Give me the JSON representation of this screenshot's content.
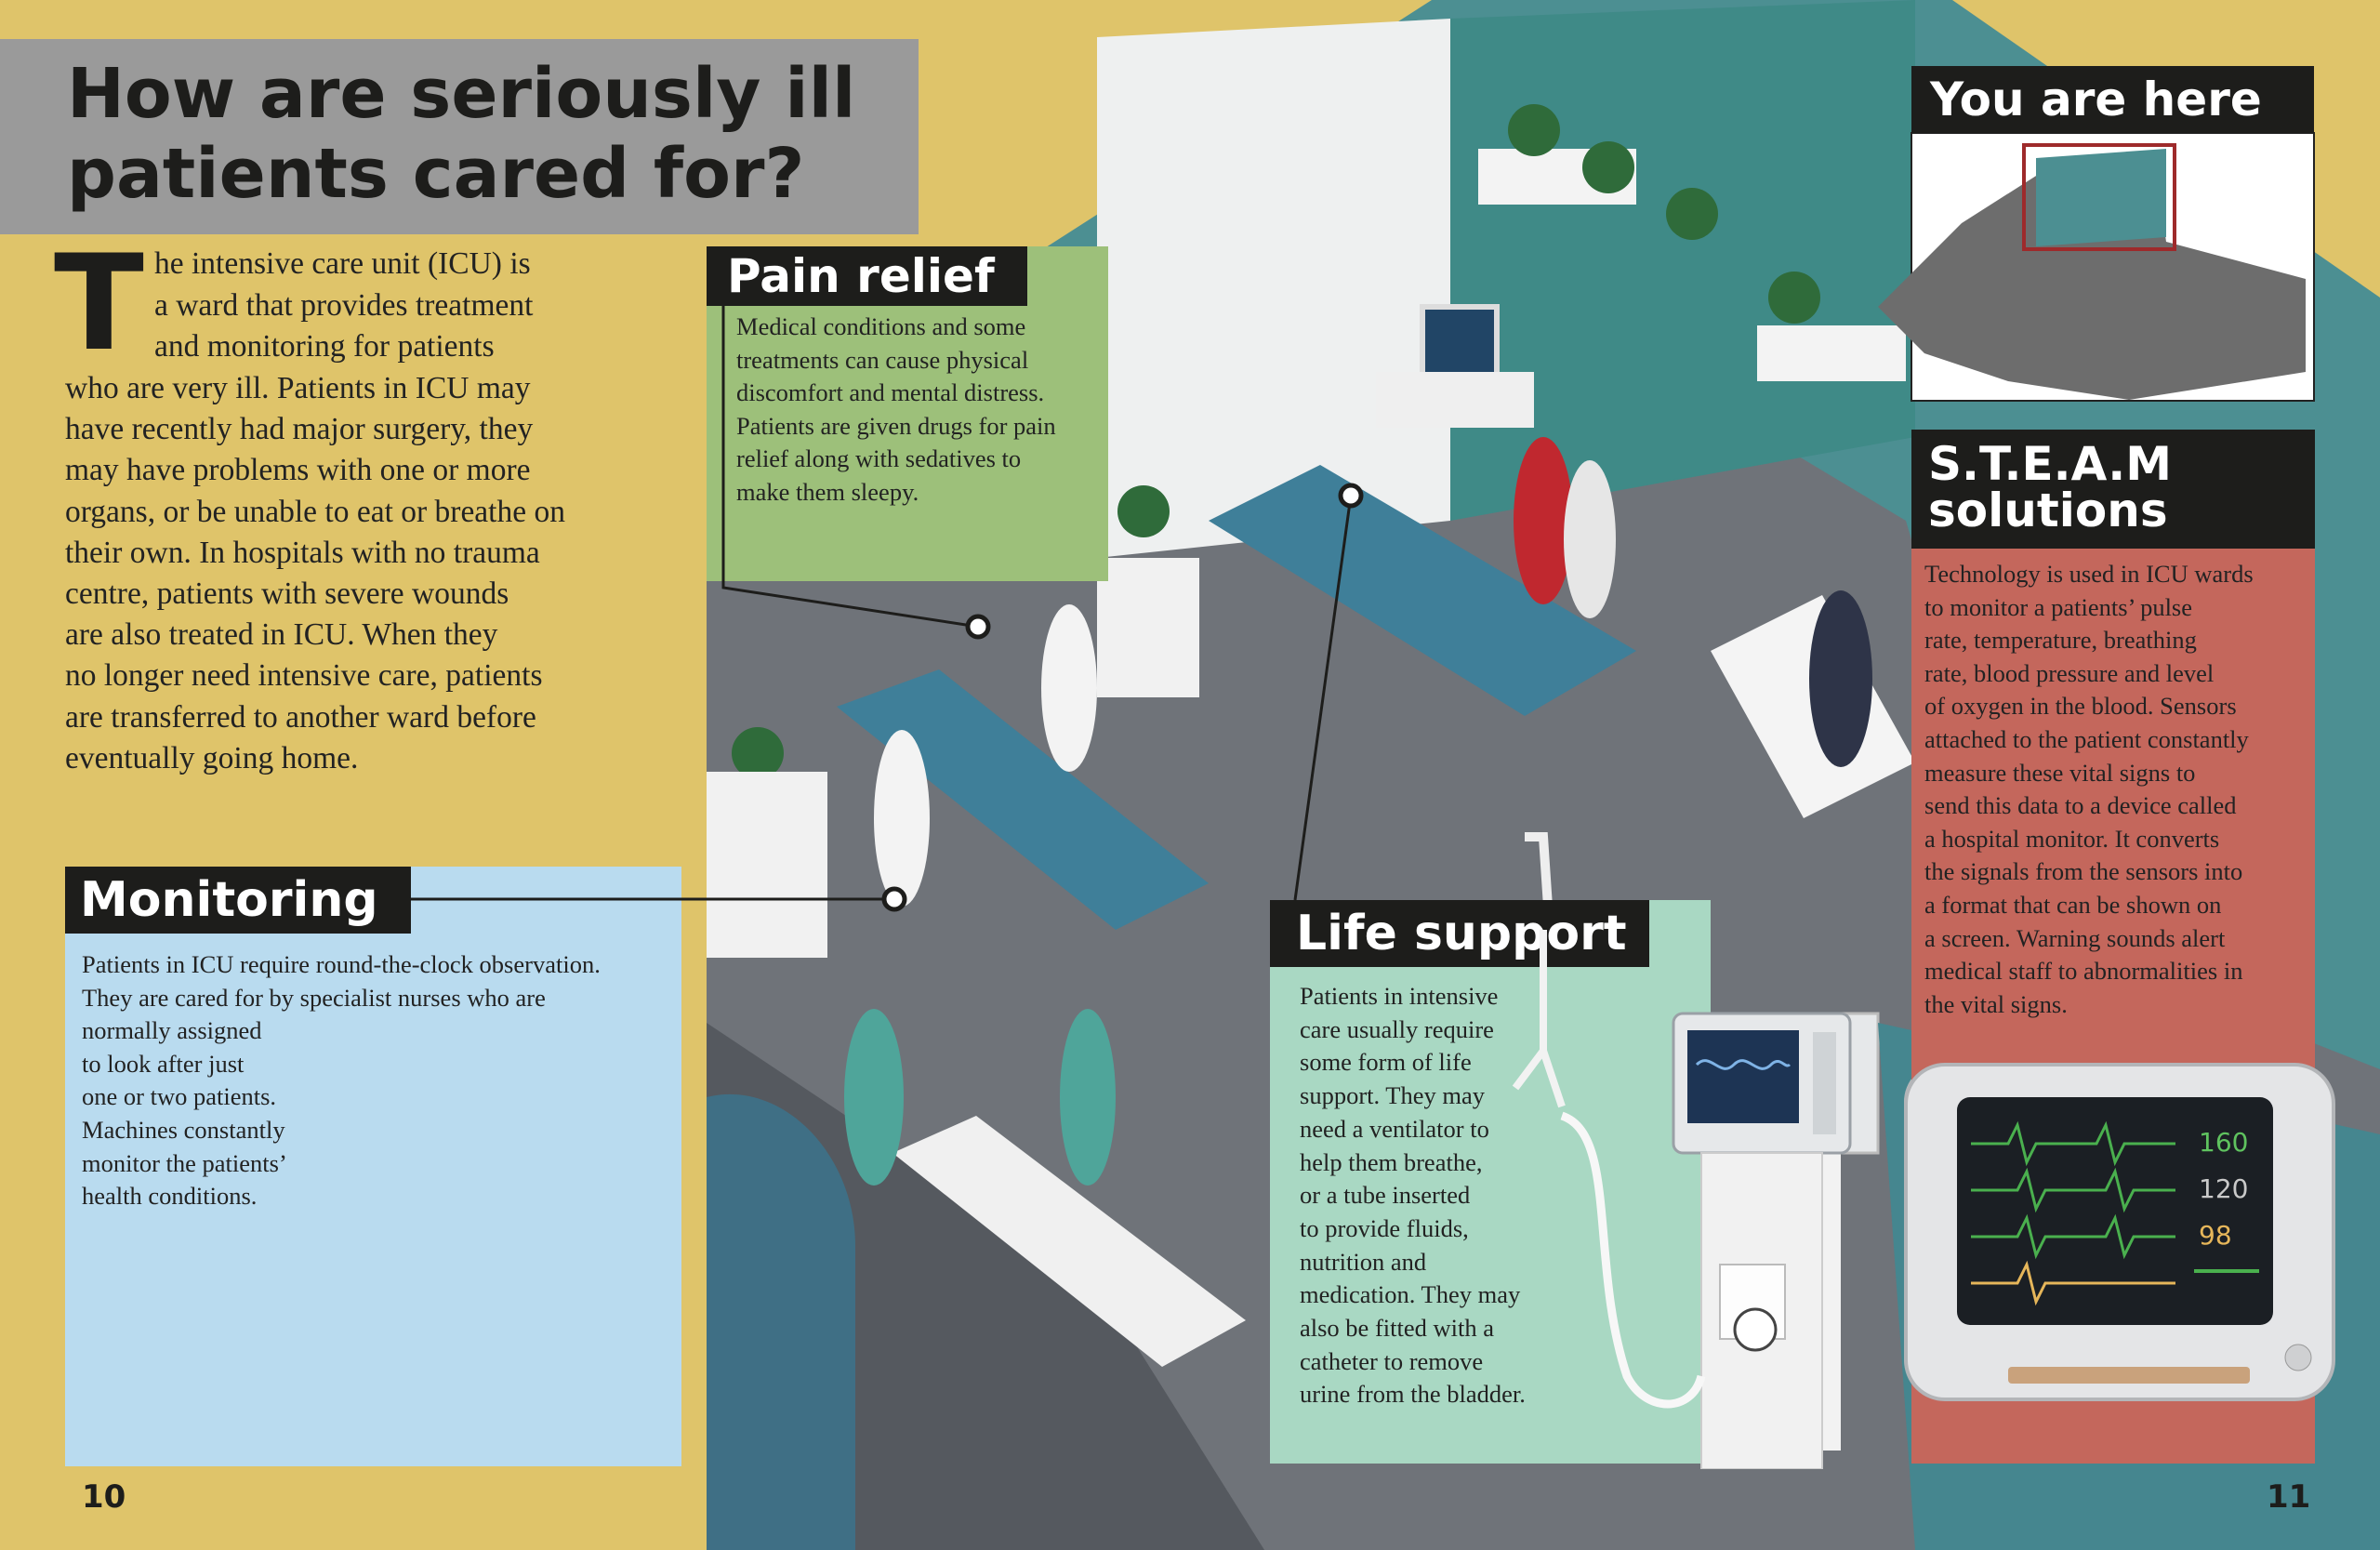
{
  "title": {
    "line1": "How are seriously ill",
    "line2": "patients cared for?"
  },
  "intro": {
    "dropcap": "T",
    "first_lines": [
      "he intensive care unit (ICU) is",
      "a ward that provides treatment",
      "and monitoring for patients"
    ],
    "lines": [
      "who are very ill. Patients in ICU may",
      "have recently had major surgery, they",
      "may have problems with one or more",
      "organs, or be unable to eat or breathe on",
      "their own. In hospitals with no trauma",
      "centre, patients with severe wounds",
      "are also treated in ICU. When they",
      "no longer need intensive care, patients",
      "are transferred to another ward before",
      "eventually going home."
    ]
  },
  "pain_relief": {
    "heading": "Pain relief",
    "lines": [
      "Medical conditions and some",
      "treatments can cause physical",
      "discomfort and mental distress.",
      "Patients are given drugs for pain",
      "relief along with sedatives to",
      "make them sleepy."
    ]
  },
  "monitoring": {
    "heading": "Monitoring",
    "lines": [
      "Patients in ICU require round-the-clock observation.",
      "They are cared for by specialist nurses who are",
      "normally assigned",
      "to look after just",
      "one or two patients.",
      "Machines constantly",
      "monitor the patients’",
      "health conditions."
    ]
  },
  "life_support": {
    "heading": "Life support",
    "lines": [
      "Patients in intensive",
      "care usually require",
      "some form of life",
      "support. They may",
      "need a ventilator to",
      "help them breathe,",
      "or a tube inserted",
      "to provide fluids,",
      "nutrition and",
      "medication. They may",
      "also be fitted with a",
      "catheter to remove",
      "urine from the bladder."
    ]
  },
  "you_are_here": {
    "heading": "You are here"
  },
  "steam": {
    "heading_line1": "S.T.E.A.M",
    "heading_line2": "solutions",
    "lines": [
      "Technology is used in ICU wards",
      "to monitor a patients’ pulse",
      "rate, temperature, breathing",
      "rate, blood pressure and level",
      "of oxygen in the blood. Sensors",
      "attached to the patient constantly",
      "measure these vital signs to",
      "send this data to a device called",
      "a hospital monitor. It converts",
      "the signals from the sensors into",
      "a format that can be shown on",
      "a screen. Warning sounds alert",
      "medical staff to abnormalities in",
      "the vital signs."
    ]
  },
  "monitor_readings": [
    "160",
    "120",
    "98"
  ],
  "page_numbers": {
    "left": "10",
    "right": "11"
  },
  "colors": {
    "background": "#dfc46a",
    "title_box": "#9a9a9a",
    "pain_relief_box": "#9dc07a",
    "monitoring_box": "#b9dbef",
    "life_support_box": "#a9d8c3",
    "steam_box": "#c4675c",
    "heading_box": "#1d1d1b"
  }
}
